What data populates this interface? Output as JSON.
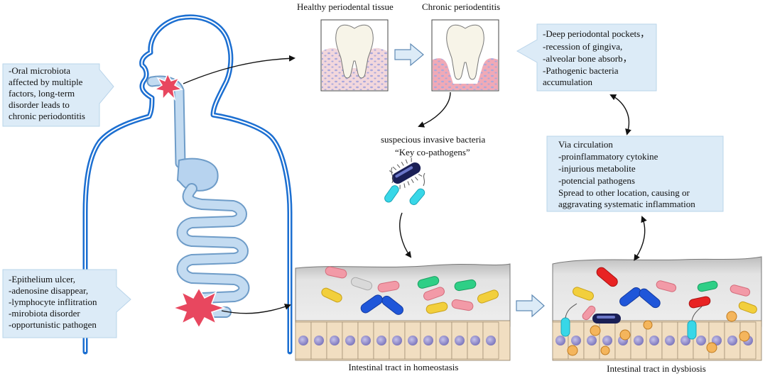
{
  "labels": {
    "healthy_tissue": "Healthy periodental tissue",
    "chronic_periodontitis": "Chronic periodentitis",
    "suspicious_bacteria_line1": "suspecious invasive bacteria",
    "suspicious_bacteria_line2": "“Key co-pathogens”",
    "intestinal_homeostasis": "Intestinal tract in homeostasis",
    "intestinal_dysbiosis": "Intestinal tract in dysbiosis"
  },
  "callouts": {
    "oral": [
      "-Oral microbiota",
      "affected by multiple",
      "factors, long-term",
      "disorder leads to",
      "chronic periodontitis"
    ],
    "periodontal": [
      "-Deep periodontal pockets，",
      "-recession of gingiva,",
      "-alveolar bone absorb，",
      "-Pathogenic bacteria",
      "accumulation"
    ],
    "circulation": [
      "Via circulation",
      "-proinflammatory cytokine",
      "-injurious metabolite",
      "-potencial pathogens",
      "Spread to other location, causing or",
      "aggravating systematic inflammation"
    ],
    "intestine": [
      "-Epithelium ulcer,",
      "-adenosine disappear,",
      "-lymphocyte inflitration",
      "-mirobiota disorder",
      "-opportunistic pathogen"
    ]
  },
  "colors": {
    "callout_fill": "#dcebf7",
    "callout_stroke": "#b9d4ea",
    "body_outline": "#1c6fd1",
    "digestive_fill": "#b7d3ef",
    "mucus": "#dcdcdc",
    "cell": "#f1dec1",
    "nucleus": "#8e88c7",
    "arrow": "#111111",
    "starburst": "#e8475f"
  }
}
